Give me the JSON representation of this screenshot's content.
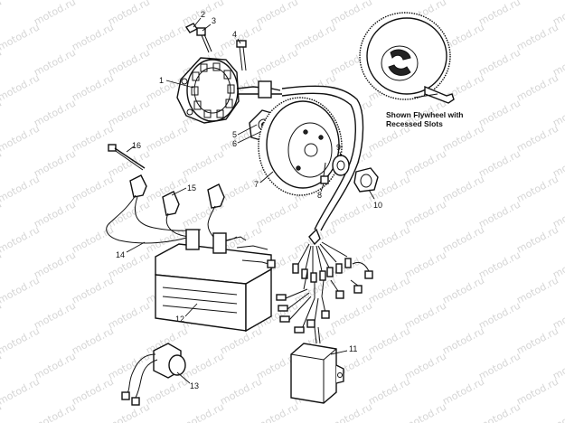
{
  "watermark": "motod.ru",
  "caption": {
    "line1": "Shown Flywheel with",
    "line2": "Recessed Slots"
  },
  "callouts": [
    {
      "id": "1",
      "label": "1"
    },
    {
      "id": "2",
      "label": "2"
    },
    {
      "id": "3",
      "label": "3"
    },
    {
      "id": "4",
      "label": "4"
    },
    {
      "id": "5",
      "label": "5"
    },
    {
      "id": "6",
      "label": "6"
    },
    {
      "id": "7",
      "label": "7"
    },
    {
      "id": "8",
      "label": "8"
    },
    {
      "id": "9",
      "label": "9"
    },
    {
      "id": "10",
      "label": "10"
    },
    {
      "id": "11",
      "label": "11"
    },
    {
      "id": "12",
      "label": "12"
    },
    {
      "id": "13",
      "label": "13"
    },
    {
      "id": "14",
      "label": "14"
    },
    {
      "id": "15",
      "label": "15"
    },
    {
      "id": "16",
      "label": "16"
    }
  ]
}
